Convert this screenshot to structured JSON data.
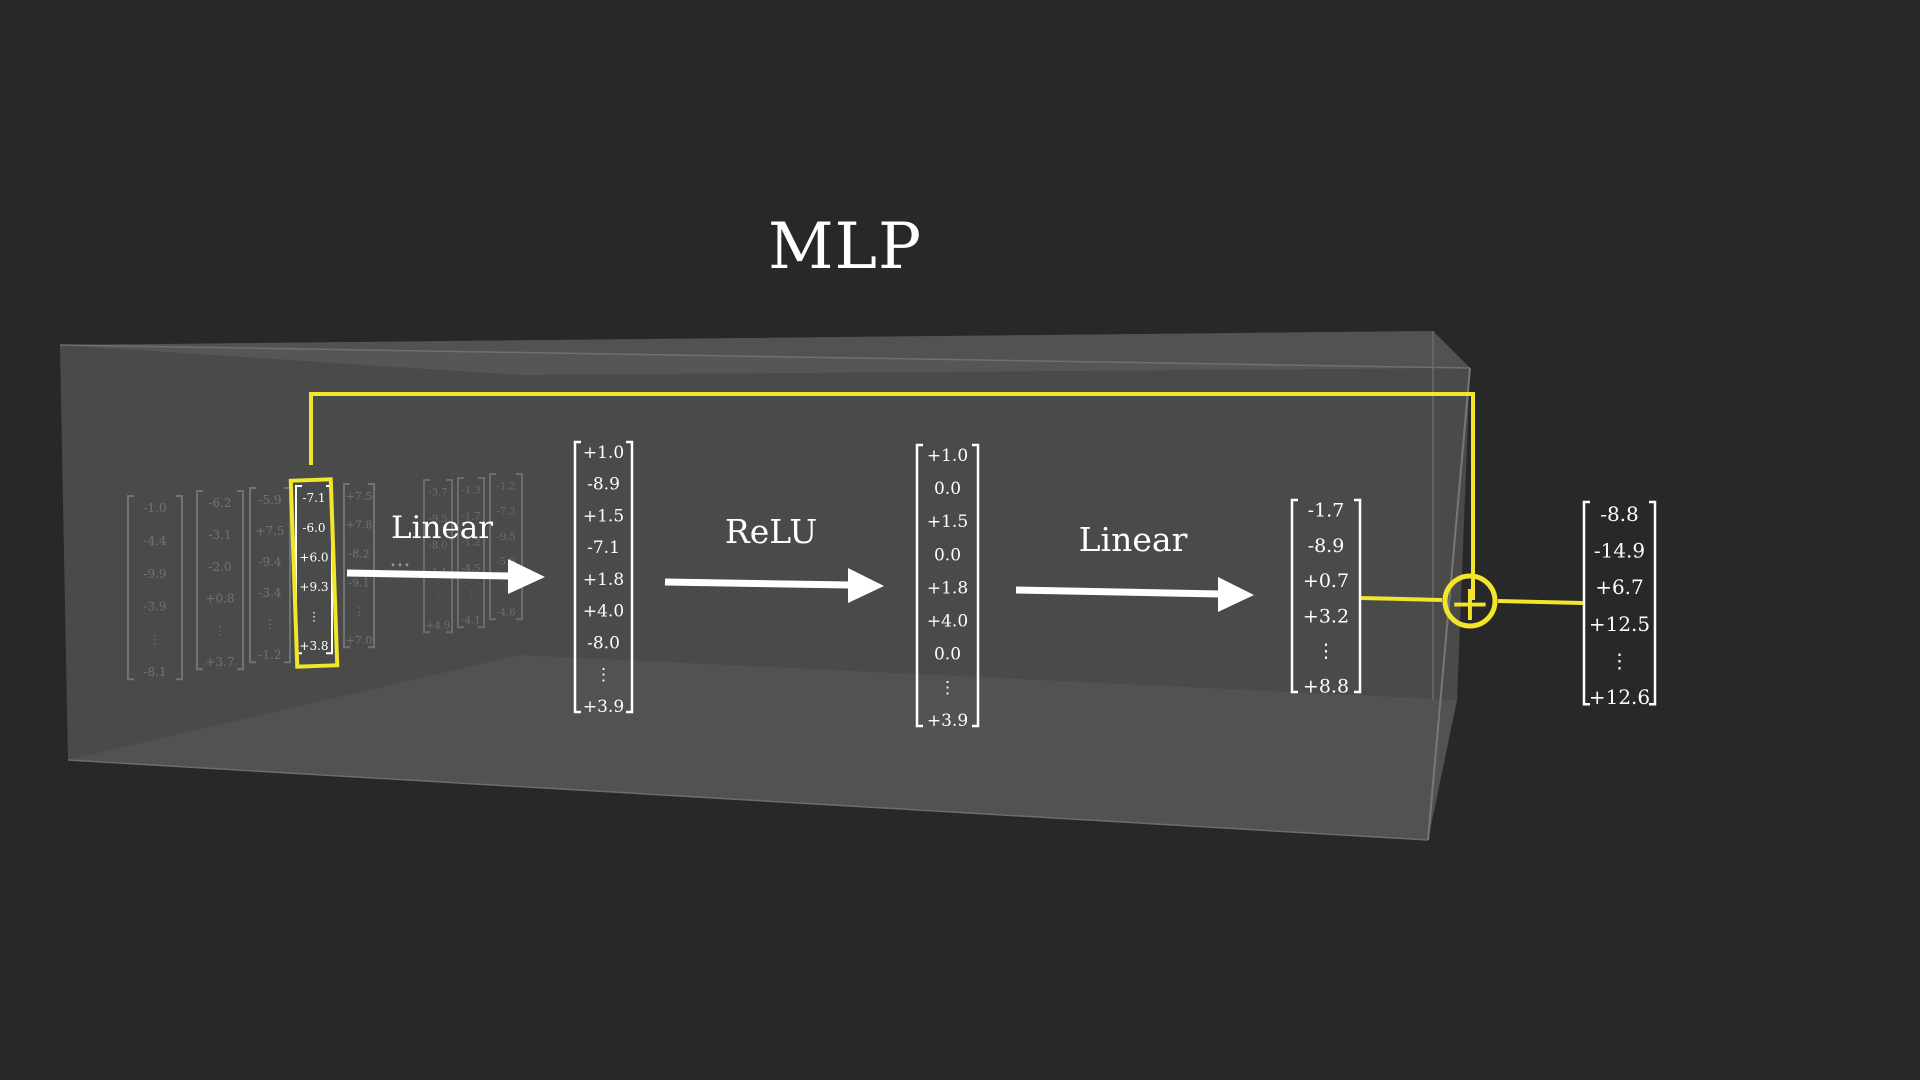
{
  "title": "MLP",
  "labels": {
    "linear1": "Linear",
    "relu": "ReLU",
    "linear2": "Linear",
    "ellipsis": "...",
    "plus_sign": "+"
  },
  "input_columns": [
    [
      "-1.0",
      "-4.4",
      "-9.9",
      "-3.9",
      "⋮",
      "-8.1"
    ],
    [
      "-6.2",
      "-3.1",
      "-2.0",
      "+0.8",
      "⋮",
      "+3.7"
    ],
    [
      "-5.9",
      "+7.5",
      "-9.4",
      "-3.4",
      "⋮",
      "-1.2"
    ],
    [
      "-7.1",
      "-6.0",
      "+6.0",
      "+9.3",
      "⋮",
      "+3.8"
    ],
    [
      "+7.5",
      "+7.8",
      "-8.2",
      "-9.1",
      "⋮",
      "+7.0"
    ],
    [
      "-3.7",
      "-9.5",
      "-8.0",
      "-1.1",
      "⋮",
      "+4.9"
    ],
    [
      "-1.3",
      "-1.7",
      "-1.2",
      "-4.5",
      "⋮",
      "-4.1"
    ],
    [
      "-1.2",
      "-7.3",
      "-9.5",
      "-5.9",
      "⋮",
      "-4.6"
    ]
  ],
  "highlighted_column_index": 3,
  "hidden_vector": [
    "+1.0",
    "-8.9",
    "+1.5",
    "-7.1",
    "+1.8",
    "+4.0",
    "-8.0",
    "⋮",
    "+3.9"
  ],
  "relu_vector": [
    "+1.0",
    "0.0",
    "+1.5",
    "0.0",
    "+1.8",
    "+4.0",
    "0.0",
    "⋮",
    "+3.9"
  ],
  "mlp_output_vector": [
    "-1.7",
    "-8.9",
    "+0.7",
    "+3.2",
    "⋮",
    "+8.8"
  ],
  "result_vector": [
    "-8.8",
    "-14.9",
    "+6.7",
    "+12.5",
    "⋮",
    "+12.6"
  ],
  "colors": {
    "background": "#282828",
    "box_face": "#4a4a4a",
    "highlight": "#f2e52a",
    "text": "#ffffff"
  }
}
